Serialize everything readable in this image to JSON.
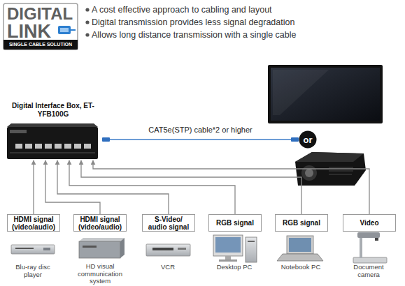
{
  "diagram": {
    "nodes": [
      {
        "text": [
          "Digital Interface Box, ET-YFB100G"
        ]
      },
      {
        "text": [
          "or"
        ]
      },
      {
        "text": [
          "HDMI signal (video/audio)"
        ]
      },
      {
        "text": [
          "HDMI signal (video/audio)"
        ]
      },
      {
        "text": [
          "S-Video/ audio signal"
        ]
      },
      {
        "text": [
          "RGB signal"
        ]
      },
      {
        "text": [
          "RGB signal"
        ]
      },
      {
        "text": [
          "Video"
        ]
      }
    ],
    "edges": [
      {
        "from": 0,
        "to": 1,
        "label": "CAT5e(STP) cable*2 or higher",
        "arrow": "none"
      },
      {
        "from": 2,
        "to": 0,
        "arrow": "to"
      },
      {
        "from": 3,
        "to": 0,
        "arrow": "to"
      },
      {
        "from": 4,
        "to": 0,
        "arrow": "to"
      },
      {
        "from": 5,
        "to": 0,
        "arrow": "to"
      },
      {
        "from": 6,
        "to": 0,
        "arrow": "to"
      },
      {
        "from": 7,
        "to": 0,
        "arrow": "to"
      }
    ],
    "labels": [
      "DIGITAL",
      "LINK",
      "SINGLE CABLE SOLUTION",
      "A cost effective approach to cabling and layout",
      "Digital transmission provides less signal degradation",
      "Allows long distance transmission with a single cable",
      "Blu-ray disc player",
      "HD visual communication system",
      "VCR",
      "Desktop PC",
      "Notebook PC",
      "Document camera"
    ]
  }
}
